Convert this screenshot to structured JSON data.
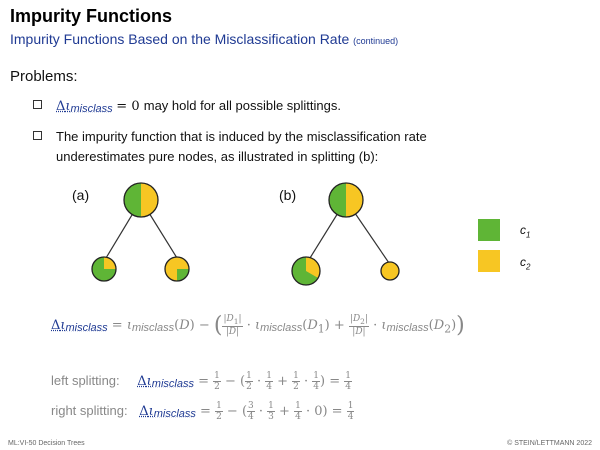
{
  "header": {
    "title": "Impurity Functions",
    "subtitle": "Impurity Functions Based on the Misclassification Rate",
    "subtitle_suffix": "(continued)"
  },
  "problems_label": "Problems:",
  "bullets": {
    "b1_tail": "may hold for all possible splittings.",
    "b2_line1": "The impurity function that is induced by the misclassification rate",
    "b2_line2": "underestimates pure nodes, as illustrated in splitting (b):"
  },
  "trees": {
    "a_label": "(a)",
    "b_label": "(b)"
  },
  "legend": {
    "c1": "c",
    "c1_sub": "1",
    "c2": "c",
    "c2_sub": "2",
    "green": "#5fb536",
    "yellow": "#f7c623"
  },
  "formula": {
    "delta": "Δι",
    "sub": "misclass",
    "main_eq": "= ι",
    "d": "(D) −",
    "d1": "(D",
    "d2": "(D"
  },
  "splits": {
    "left_label": "left splitting:",
    "right_label": "right splitting:"
  },
  "footer": {
    "left": "ML:VI-50   Decision Trees",
    "right": "© STEIN/LETTMANN 2022"
  }
}
